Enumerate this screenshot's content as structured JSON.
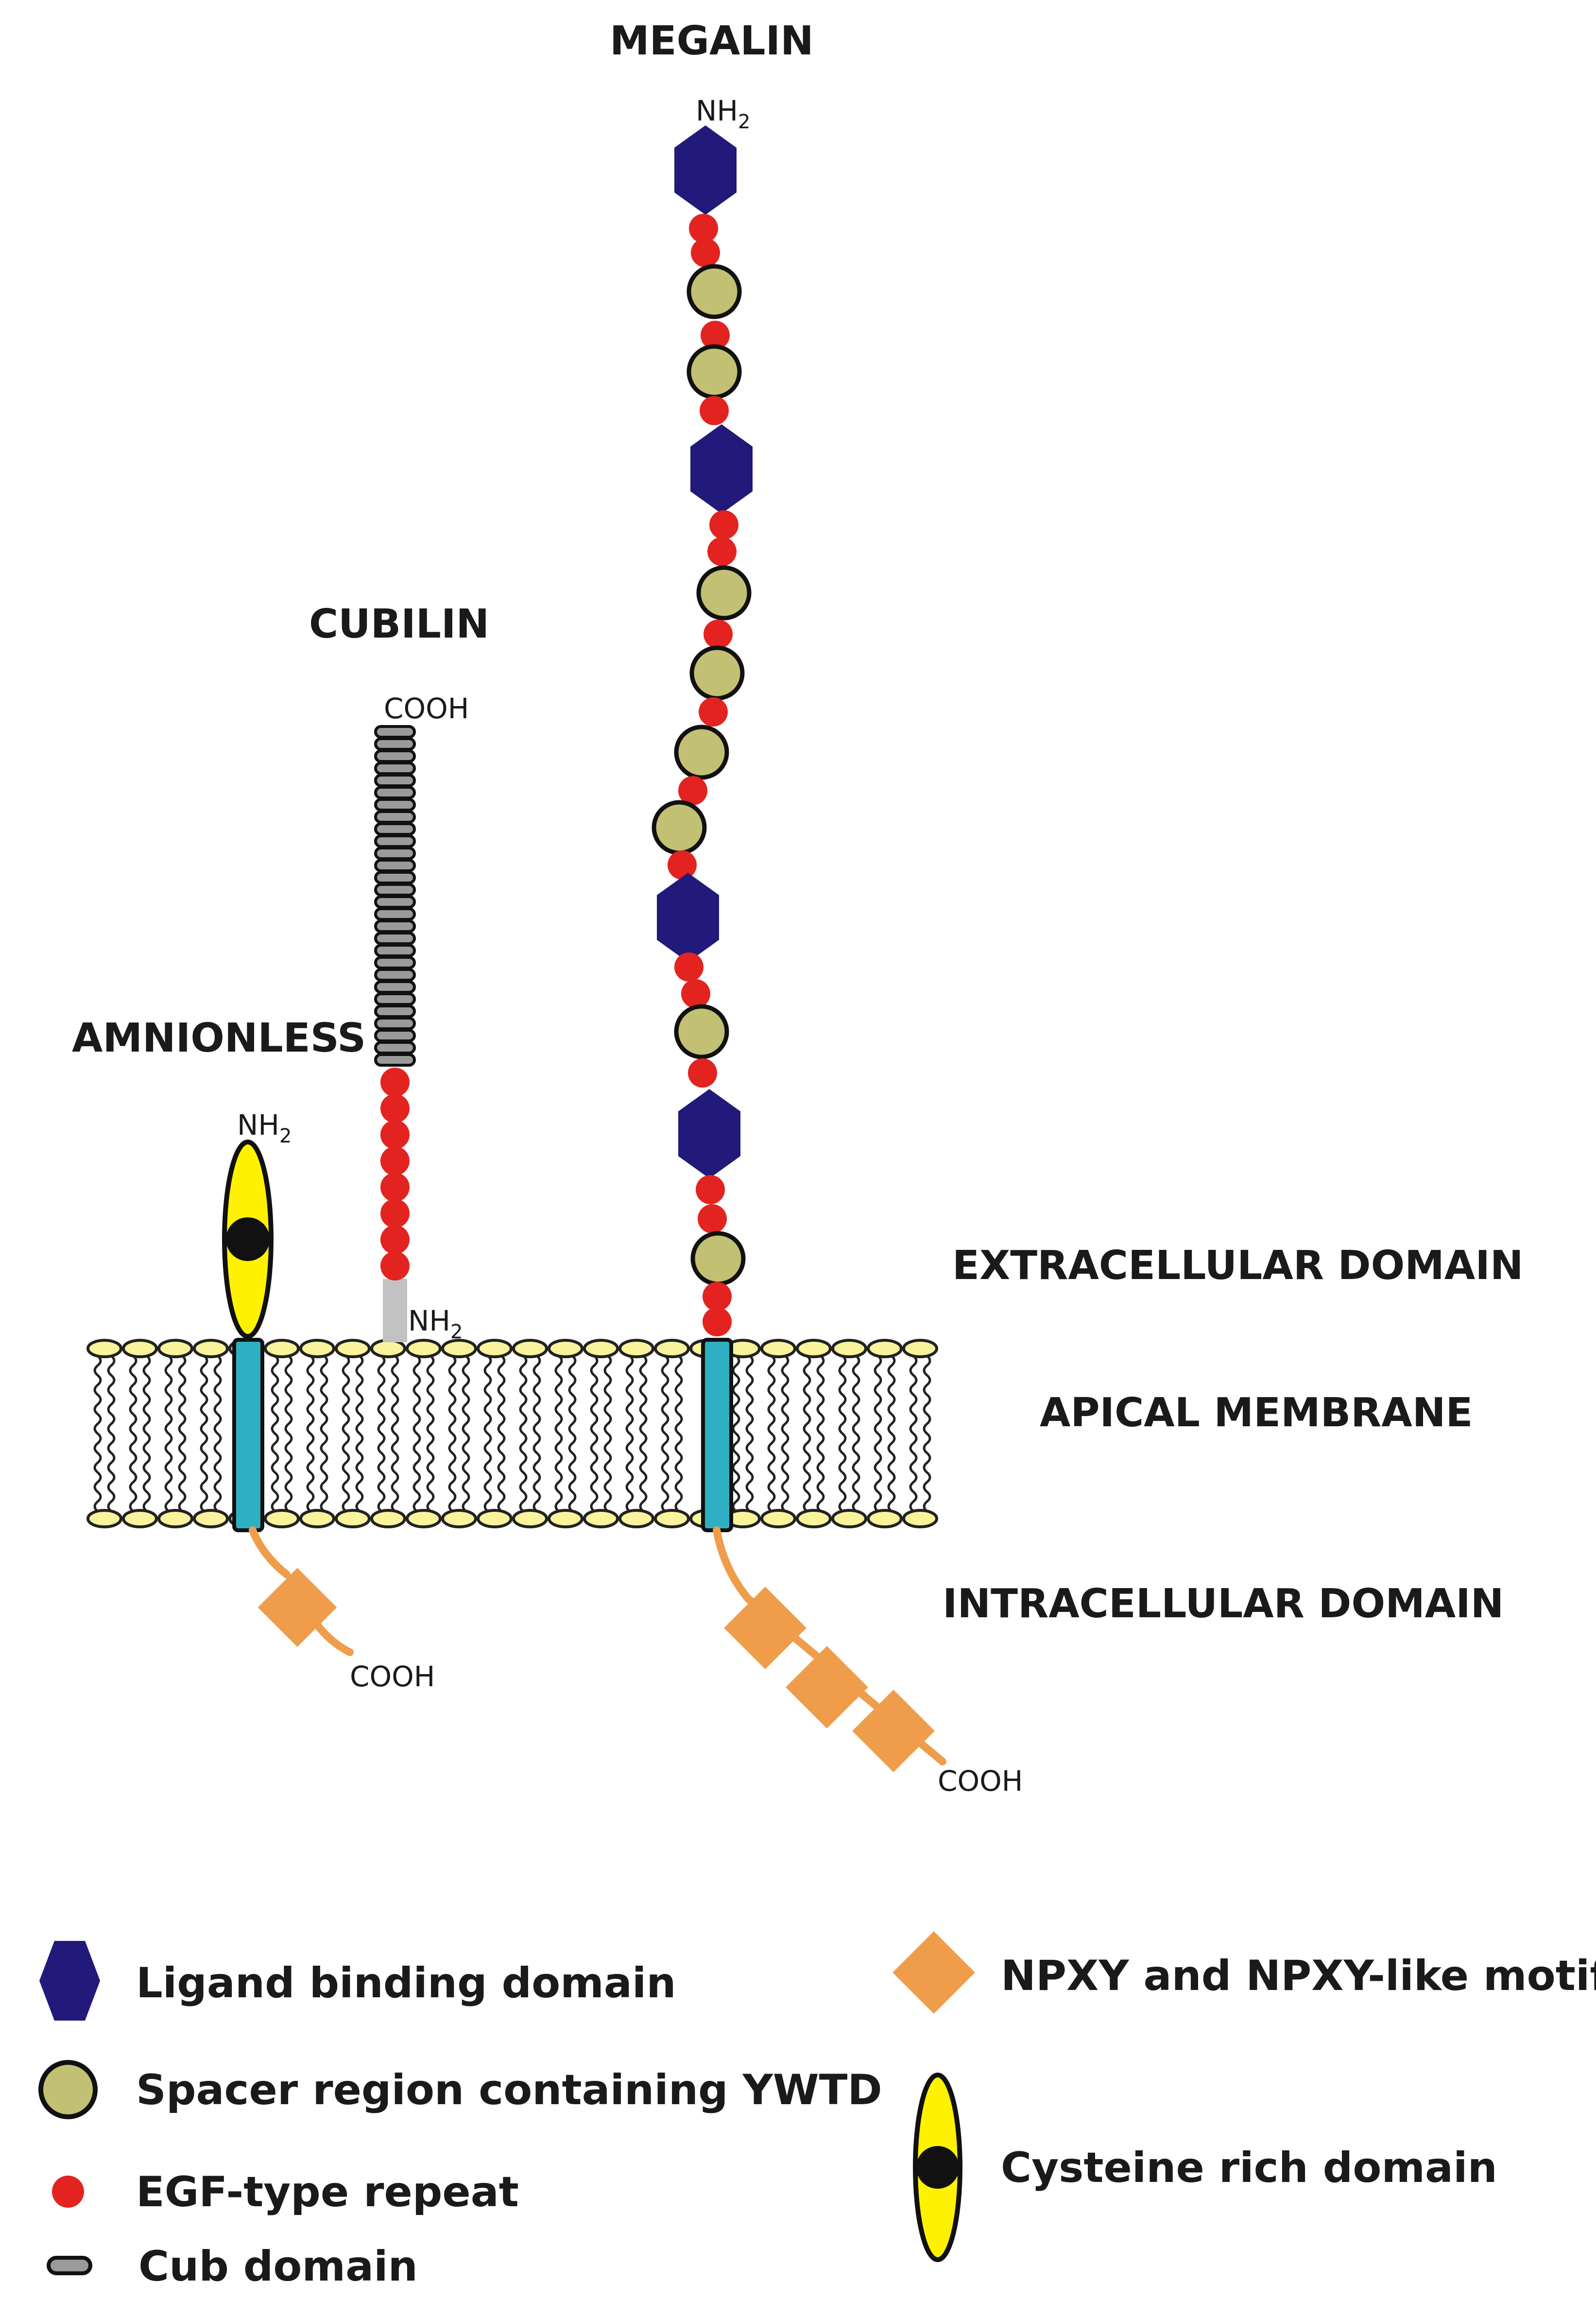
{
  "labels": {
    "megalin": "MEGALIN",
    "cubilin": "CUBILIN",
    "amnionless": "AMNIONLESS",
    "extracellular": "EXTRACELLULAR DOMAIN",
    "apical_membrane": "APICAL MEMBRANE",
    "intracellular": "INTRACELLULAR DOMAIN"
  },
  "termini": {
    "nh_prefix": "NH",
    "nh_subscript": "2",
    "cooh": "COOH"
  },
  "legend": {
    "ligand": "Ligand binding domain",
    "spacer": "Spacer region containing YWTD",
    "egf": "EGF-type repeat",
    "cub": "Cub domain",
    "npxy": "NPXY and NPXY-like motifs",
    "cysteine": "Cysteine rich domain"
  },
  "colors": {
    "ligand_binding": "#211a7a",
    "spacer_ywtd": "#c2c072",
    "egf_repeat": "#e3231f",
    "cub_domain": "#9a9a9a",
    "npxy_motif": "#ef9d4b",
    "cysteine_rich": "#fff200",
    "transmembrane": "#2fb0c2",
    "lipid_head": "#f9f39c"
  }
}
